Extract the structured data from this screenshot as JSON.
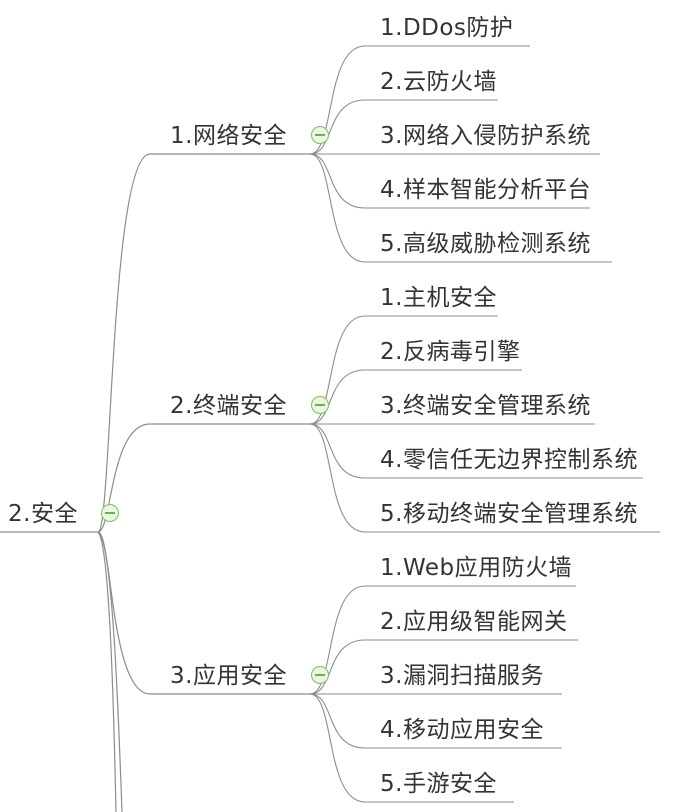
{
  "root": {
    "label": "2.安全"
  },
  "groups": [
    {
      "label": "1.网络安全",
      "items": [
        "1.DDos防护",
        "2.云防火墙",
        "3.网络入侵防护系统",
        "4.样本智能分析平台",
        "5.高级威胁检测系统"
      ]
    },
    {
      "label": "2.终端安全",
      "items": [
        "1.主机安全",
        "2.反病毒引擎",
        "3.终端安全管理系统",
        "4.零信任无边界控制系统",
        "5.移动终端安全管理系统"
      ]
    },
    {
      "label": "3.应用安全",
      "items": [
        "1.Web应用防火墙",
        "2.应用级智能网关",
        "3.漏洞扫描服务",
        "4.移动应用安全",
        "5.手游安全"
      ]
    }
  ],
  "colors": {
    "line": "#8c8c8c",
    "text": "#333333",
    "toggle_border": "#7cbf5c",
    "toggle_fill": "#eaf5e4"
  },
  "icons": {
    "collapse": "minus-circle-icon"
  }
}
